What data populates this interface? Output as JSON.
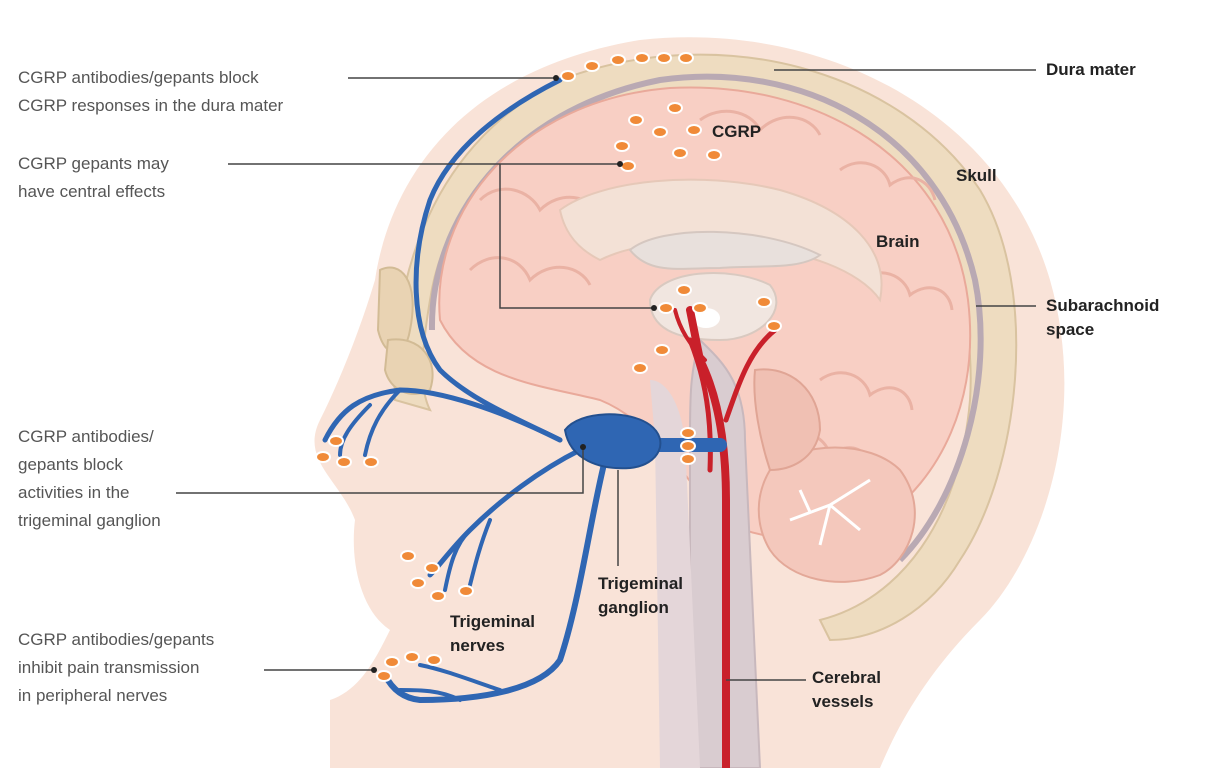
{
  "left_annotations": {
    "dura_block": [
      "CGRP antibodies/gepants block",
      "CGRP responses in the dura mater"
    ],
    "central_effects": [
      "CGRP gepants may",
      "have central effects"
    ],
    "ganglion_block": [
      "CGRP antibodies/",
      "gepants block",
      "activities in the",
      "trigeminal ganglion"
    ],
    "peripheral": [
      "CGRP antibodies/gepants",
      "inhibit pain transmission",
      "in peripheral nerves"
    ]
  },
  "structure_labels": {
    "dura_mater": "Dura mater",
    "cgrp": "CGRP",
    "skull": "Skull",
    "brain": "Brain",
    "subarachnoid": [
      "Subarachnoid",
      "space"
    ],
    "trigeminal_ganglion": [
      "Trigeminal",
      "ganglion"
    ],
    "trigeminal_nerves": [
      "Trigeminal",
      "nerves"
    ],
    "cerebral_vessels": [
      "Cerebral",
      "vessels"
    ]
  },
  "colors": {
    "skin": "#f9e3d8",
    "skull": "#eedcc0",
    "brain": "#f8cfc4",
    "nerve": "#2f66b3",
    "vessel": "#c9202a",
    "cgrp_dot": "#f08a38",
    "leader_line": "#444444"
  }
}
